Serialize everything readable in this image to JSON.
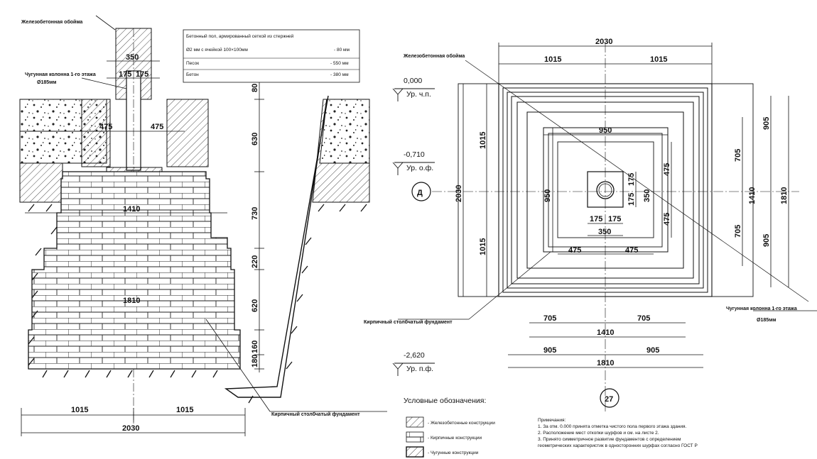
{
  "section": {
    "labels": {
      "cladding": "Железобетонная обойма",
      "column": "Чугунная колонна 1-го этажа",
      "column_dia": "Ø185мм",
      "foundation": "Кирпичный столбчатый фундамент"
    },
    "floor_table": [
      {
        "name": "Бетонный пол, армированный сеткой из стержней",
        "value": ""
      },
      {
        "name": "Ø2 мм с ячейкой 100×100мм",
        "value": "- 80 мм"
      },
      {
        "name": "Песок",
        "value": "- 550 мм"
      },
      {
        "name": "Бетон",
        "value": "- 380 мм"
      }
    ],
    "levels": [
      {
        "value": "0,000",
        "label": "Ур. ч.п."
      },
      {
        "value": "-0,710",
        "label": "Ур. о.ф."
      },
      {
        "value": "-2,620",
        "label": "Ур. п.ф."
      }
    ],
    "dims": {
      "d350": "350",
      "d175a": "175",
      "d175b": "175",
      "d475a": "475",
      "d475b": "475",
      "d1410": "1410",
      "d1810": "1810",
      "d1015a": "1015",
      "d1015b": "1015",
      "d2030": "2030",
      "v80": "80",
      "v630": "630",
      "v730": "730",
      "v220": "220",
      "v620": "620",
      "v160": "160",
      "v180": "180"
    }
  },
  "plan": {
    "labels": {
      "cladding": "Железобетонная обойма",
      "foundation": "Кирпичный столбчатый фундамент",
      "column": "Чугунная колонна 1-го этажа",
      "column_dia": "Ø185мм",
      "axis": "Д",
      "pit_no": "27"
    },
    "dims": {
      "top2030": "2030",
      "top1015a": "1015",
      "top1015b": "1015",
      "d950": "950",
      "d175a": "175",
      "d175b": "175",
      "d350": "350",
      "d475a": "475",
      "d475b": "475",
      "b705a": "705",
      "b705b": "705",
      "b1410": "1410",
      "b905a": "905",
      "b905b": "905",
      "b1810": "1810",
      "l2030": "2030",
      "l1015a": "1015",
      "l1015b": "1015",
      "l950": "950",
      "c175a": "175",
      "c175b": "175",
      "c350": "350",
      "c475a": "475",
      "c475b": "475",
      "r705a": "705",
      "r705b": "705",
      "r905a": "905",
      "r905b": "905",
      "r1410": "1410",
      "r1810": "1810"
    }
  },
  "legend": {
    "title": "Условные обозначения:",
    "items": [
      "- Железобетонные конструкции",
      "- Кирпичные конструкции",
      "- Чугунные конструкции"
    ]
  },
  "notes": {
    "title": "Примечания:",
    "lines": [
      "1. За отм. 0.000 принята отметка чистого пола первого этажа здания.",
      "2. Расположение мест откопки шурфов и см. на листе 2.",
      "3. Принято симметричное развитие фундаментов с определением",
      "геометрических характеристик в односторонних шурфах согласно ГОСТ Р"
    ]
  }
}
